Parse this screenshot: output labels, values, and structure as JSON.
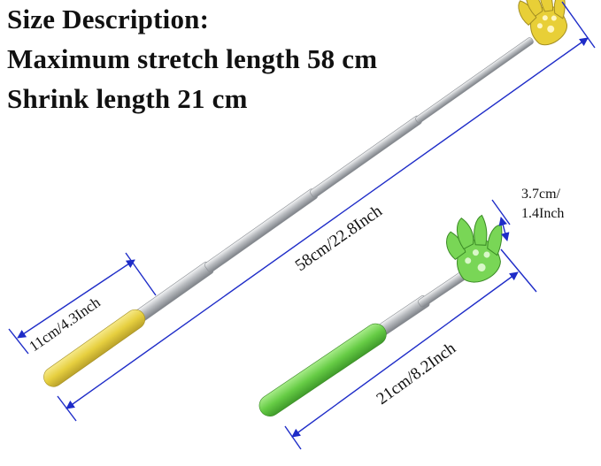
{
  "description": {
    "title": "Size Description:",
    "max_length_line": "Maximum stretch length 58 cm",
    "shrink_length_line": "Shrink length 21 cm"
  },
  "dimensions": {
    "extended_length": "58cm/22.8Inch",
    "handle_length": "11cm/4.3Inch",
    "shrunk_length": "21cm/8.2Inch",
    "claw_width_cm": "3.7cm/",
    "claw_width_inch": "1.4Inch"
  },
  "colors": {
    "dimension_line": "#1e2cc8",
    "yellow_handle": "#e8d24a",
    "green_handle": "#6fd04e",
    "steel": "#c9ccd0"
  }
}
